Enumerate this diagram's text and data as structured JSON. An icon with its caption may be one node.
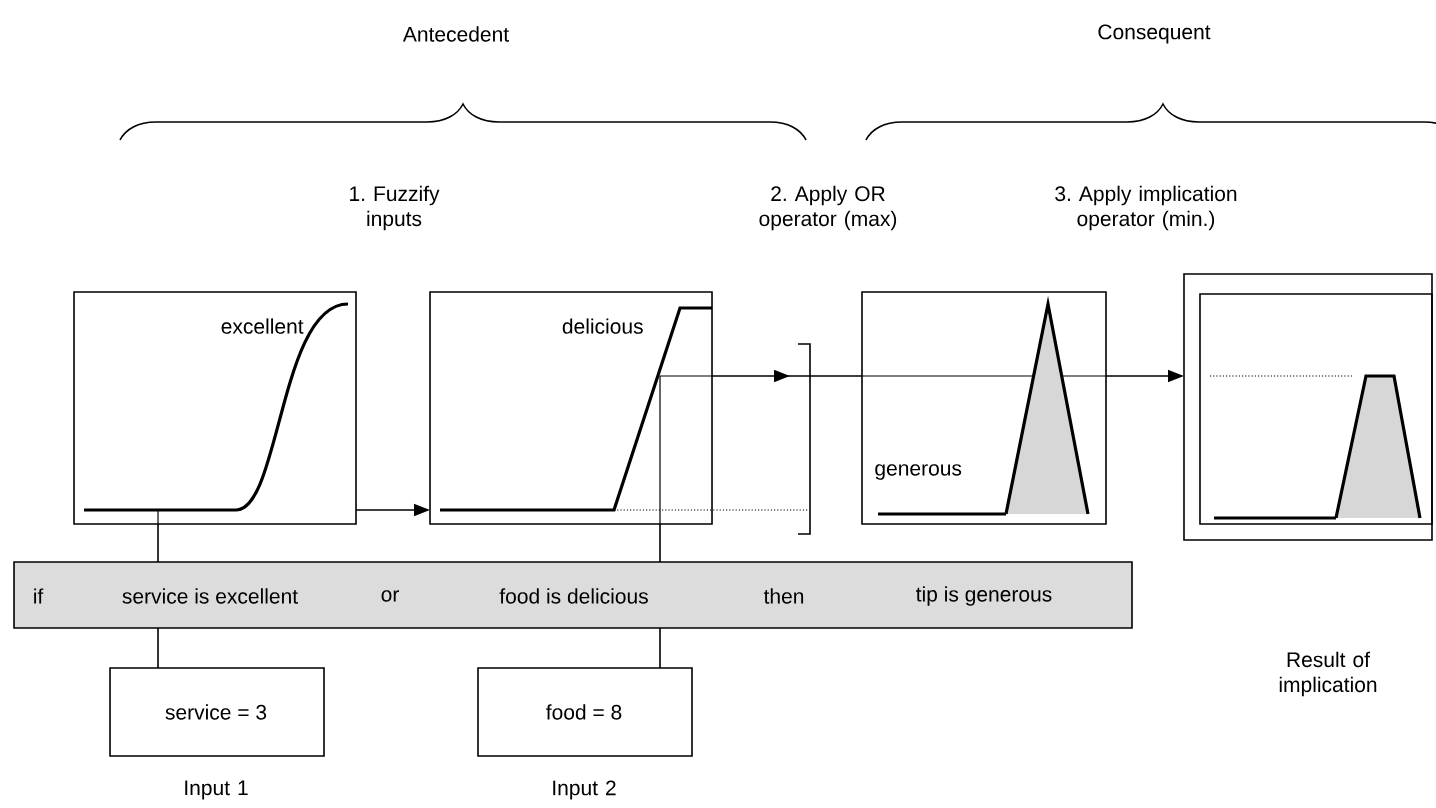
{
  "diagram": {
    "nodes": [
      {
        "text": [
          "excellent"
        ]
      },
      {
        "text": [
          "delicious"
        ]
      },
      {
        "text": [
          "generous"
        ]
      },
      {
        "text": [],
        "shape": "box"
      },
      {
        "text": [
          "if",
          "service is excellent",
          "or",
          "food is delicious",
          "then",
          "tip is generous"
        ]
      },
      {
        "text": [
          "service = 3"
        ],
        "beside": [
          "Input 1"
        ]
      },
      {
        "text": [
          "food = 8"
        ],
        "beside": [
          "Input 2"
        ]
      }
    ],
    "edges": [
      {
        "from": 5,
        "to": 4,
        "arrow": "none"
      },
      {
        "from": 4,
        "to": 0,
        "arrow": "none"
      },
      {
        "from": 6,
        "to": 4,
        "arrow": "none"
      },
      {
        "from": 4,
        "to": 1,
        "arrow": "none"
      },
      {
        "from": 0,
        "to": 1,
        "arrow": "to"
      },
      {
        "from": 1,
        "to": 2,
        "arrow": "to"
      },
      {
        "from": 2,
        "to": 3,
        "arrow": "to"
      }
    ],
    "labels": [
      "Antecedent",
      "Consequent",
      "1. Fuzzify inputs",
      "2. Apply OR operator (max)",
      "3. Apply implication operator (min.)",
      "Result of implication"
    ]
  }
}
